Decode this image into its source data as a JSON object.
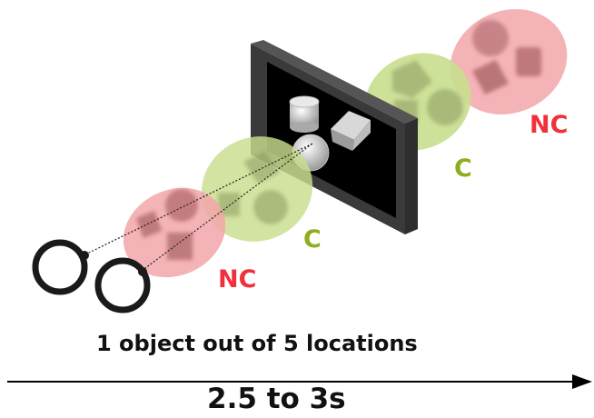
{
  "labels": {
    "nc_left": "NC",
    "c_left": "C",
    "c_right": "C",
    "nc_right": "NC"
  },
  "caption": "1 object out of 5 locations",
  "duration": "2.5 to 3s",
  "colors": {
    "non_congruent": "#f0313c",
    "congruent": "#8fae1e",
    "nc_blob": "#f2a6a9",
    "c_blob": "#c9de8d",
    "screen": "#000000",
    "frame": "#3a3a3a",
    "eyes": "#1a1a1a"
  },
  "icons": [
    "eye-ring-icon",
    "timeline-arrow-icon",
    "cylinder-icon",
    "cube-icon",
    "sphere-icon"
  ]
}
